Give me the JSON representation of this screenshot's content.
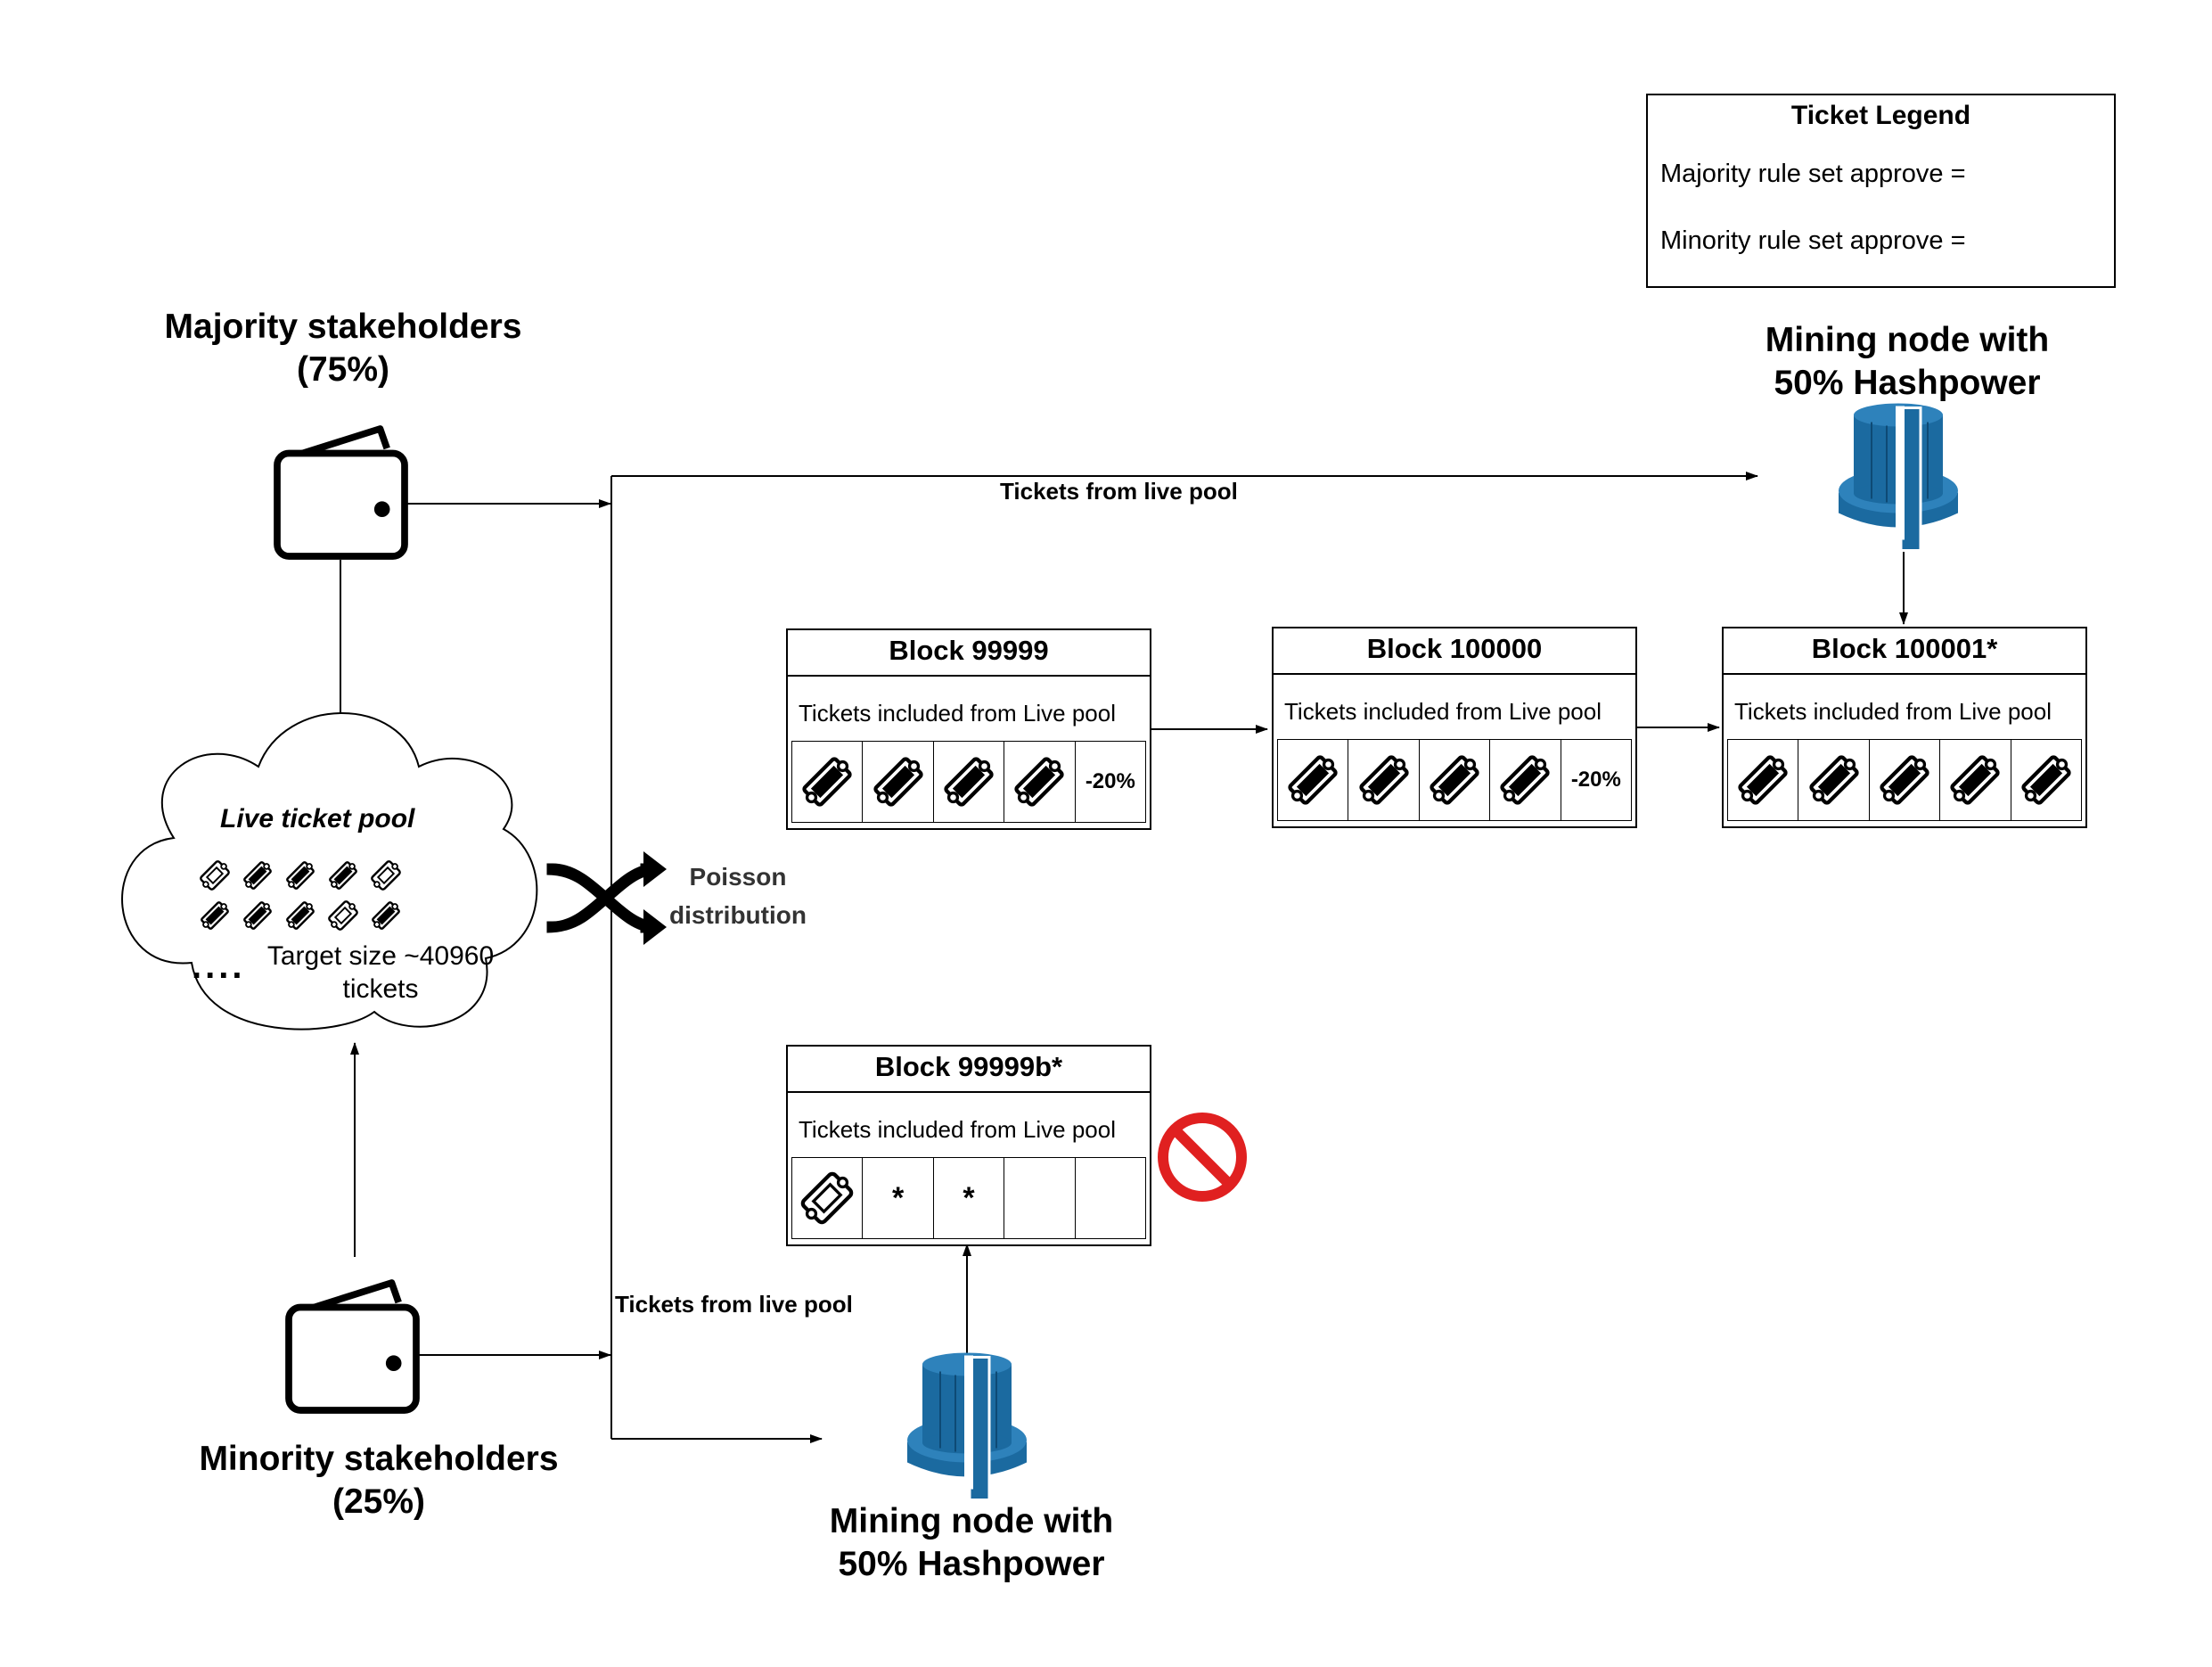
{
  "legend": {
    "title": "Ticket Legend",
    "majority_label": "Majority rule set approve =",
    "minority_label": "Minority rule set approve ="
  },
  "majority": {
    "title": "Majority stakeholders\n(75%)"
  },
  "minority": {
    "title": "Minority stakeholders\n(25%)"
  },
  "pool": {
    "title": "Live ticket pool",
    "ellipsis": "....",
    "target": "Target size ~40960\ntickets",
    "ticket_rows": [
      [
        "minority",
        "majority",
        "majority",
        "majority",
        "minority"
      ],
      [
        "majority",
        "majority",
        "majority",
        "minority",
        "majority"
      ]
    ]
  },
  "shuffle": {
    "label": "Poisson\ndistribution",
    "icon": "shuffle-icon"
  },
  "edges": {
    "top_label": "Tickets from live pool",
    "bottom_label": "Tickets from live pool"
  },
  "miners": {
    "top_title": "Mining node with\n50% Hashpower",
    "bottom_title": "Mining node with\n50% Hashpower",
    "color": "#1b6aa0",
    "icon": "mining-node-icon"
  },
  "blocks": [
    {
      "id": "b99999",
      "title": "Block 99999",
      "subtitle": "Tickets included from Live pool",
      "cells": [
        "majority",
        "majority",
        "majority",
        "majority",
        "-20%"
      ]
    },
    {
      "id": "b100000",
      "title": "Block 100000",
      "subtitle": "Tickets included from Live pool",
      "cells": [
        "majority",
        "majority",
        "majority",
        "majority",
        "-20%"
      ]
    },
    {
      "id": "b100001",
      "title": "Block 100001*",
      "subtitle": "Tickets included from Live pool",
      "cells": [
        "majority",
        "majority",
        "majority",
        "majority",
        "majority"
      ]
    },
    {
      "id": "b99999b",
      "title": "Block 99999b*",
      "subtitle": "Tickets included from Live pool",
      "cells": [
        "minority",
        "*",
        "*",
        "",
        ""
      ]
    }
  ],
  "rejected": {
    "icon": "prohibited-icon",
    "color": "#e02020"
  }
}
